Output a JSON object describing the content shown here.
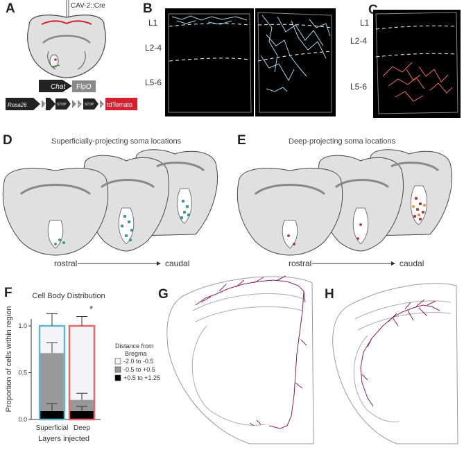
{
  "panels": {
    "A": {
      "letter": "A",
      "injection_label": "CAV-2::Cre",
      "chat_label": "Chat",
      "flpo_label": "FlpO",
      "rosa_label": "Rosa26",
      "frt1": "frt",
      "stop1": "STOP",
      "frt2": "frt",
      "lox1": "lox",
      "stop2": "STOP",
      "lox2": "lox",
      "reporter_label": "tdTomato",
      "colors": {
        "injection": "#d6202f",
        "reporter": "#d6202f",
        "flpo": "#8a8a8a",
        "chat": "#222222"
      }
    },
    "B": {
      "letter": "B",
      "layers": [
        "L1",
        "L2-4",
        "L5-6"
      ],
      "colors": {
        "axons": "#a9d6ee",
        "background": "#000000"
      }
    },
    "C": {
      "letter": "C",
      "layers": [
        "L1",
        "L2-4",
        "L5-6"
      ],
      "colors": {
        "axons": "#f06a6a",
        "background": "#000000"
      }
    },
    "D": {
      "letter": "D",
      "title": "Superficially-projecting soma locations",
      "axis_start": "rostral",
      "axis_end": "caudal",
      "colors": {
        "soma": "#2aa6a6"
      }
    },
    "E": {
      "letter": "E",
      "title": "Deep-projecting soma locations",
      "axis_start": "rostral",
      "axis_end": "caudal",
      "colors": {
        "soma": "#c8323c"
      }
    },
    "F": {
      "letter": "F",
      "legend_title_1": "Distance from",
      "legend_title_2": "Bregma",
      "significance": "*"
    },
    "G": {
      "letter": "G",
      "colors": {
        "trace": "#8b1e52"
      }
    },
    "H": {
      "letter": "H",
      "colors": {
        "trace": "#8b1e52"
      }
    }
  },
  "chart_data": {
    "type": "bar",
    "title": "Cell Body Distribution",
    "xlabel": "Layers injected",
    "ylabel": "Proportion of cells within region",
    "categories": [
      "Superficial",
      "Deep"
    ],
    "ylim": [
      0,
      1.0
    ],
    "yticks": [
      "0.0",
      "0.5",
      "1.0"
    ],
    "stacked": true,
    "series": [
      {
        "name": "+0.5 to +1.25",
        "color": "#000000",
        "values": [
          0.09,
          0.09
        ],
        "error": [
          0.08,
          0.05
        ]
      },
      {
        "name": "-0.5 to +0.5",
        "color": "#999999",
        "values": [
          0.62,
          0.12
        ],
        "error": [
          0.11,
          0.07
        ]
      },
      {
        "name": "-2.0 to -0.5",
        "color": "#f4f4f8",
        "values": [
          0.29,
          0.79
        ],
        "error": [
          0.13,
          0.1
        ]
      }
    ],
    "bar_outline_colors": [
      "#5fb8cc",
      "#e26a6a"
    ]
  }
}
